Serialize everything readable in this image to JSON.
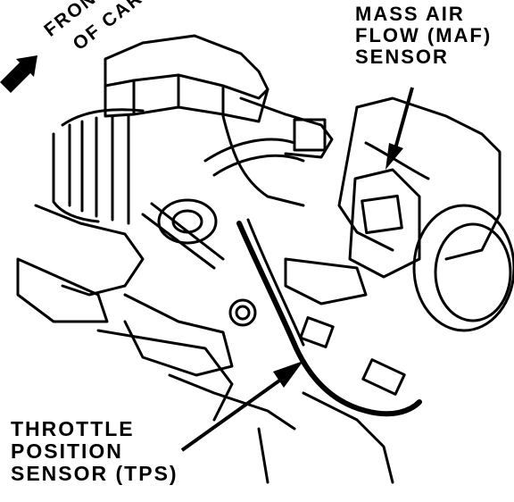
{
  "labels": {
    "front_of_car": [
      "FRONT",
      "OF CAR"
    ],
    "maf_sensor": [
      "MASS AIR",
      "FLOW (MAF)",
      "SENSOR"
    ],
    "tps_sensor": [
      "THROTTLE",
      "POSITION",
      "SENSOR (TPS)"
    ]
  },
  "colors": {
    "ink": "#000000",
    "paper": "#ffffff"
  },
  "icons": {
    "direction": "arrow-left-icon"
  }
}
